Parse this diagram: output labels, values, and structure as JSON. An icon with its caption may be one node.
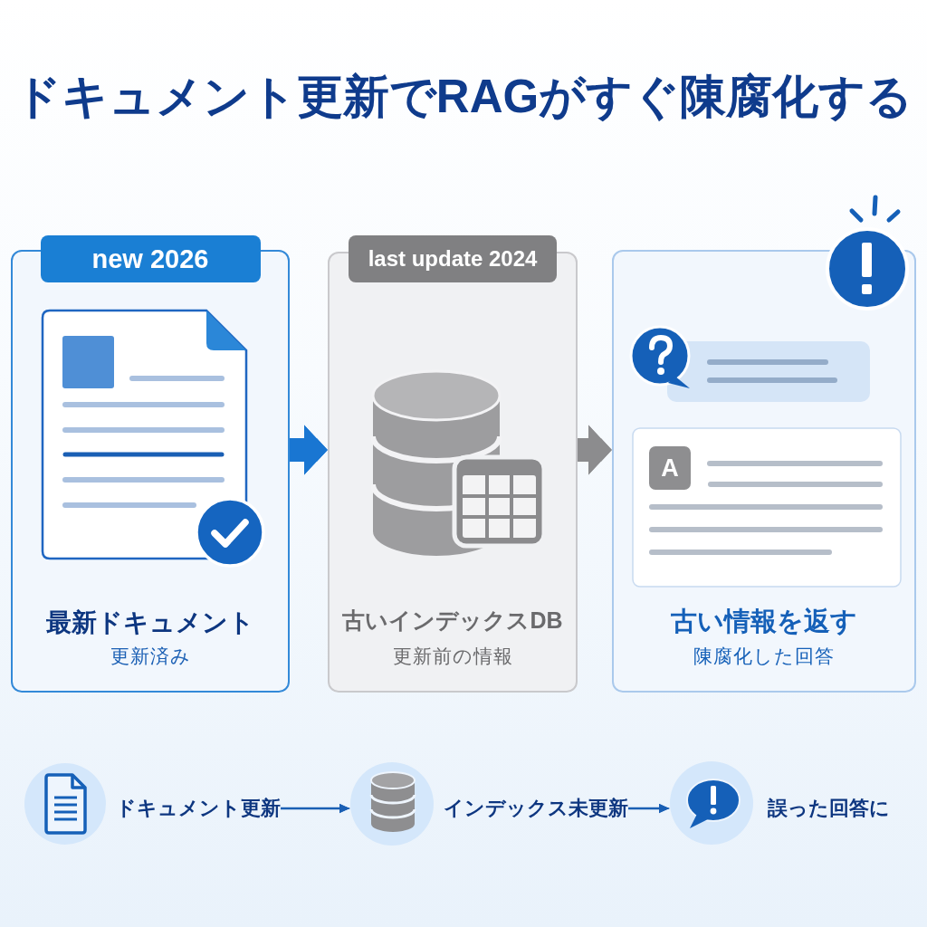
{
  "diagram": {
    "title": "ドキュメント更新でRAGがすぐ陳腐化する",
    "nodes": [
      {
        "text": [
          "new 2026",
          "最新ドキュメント",
          "更新済み"
        ]
      },
      {
        "text": [
          "last update 2024",
          "古いインデックスDB",
          "更新前の情報"
        ]
      },
      {
        "text": [
          "古い情報を返す",
          "陳腐化した回答"
        ]
      },
      {
        "text": [
          "A"
        ],
        "in": 2
      },
      {
        "text": [],
        "shape": "circle"
      },
      {
        "text": [
          "ドキュメント更新"
        ]
      },
      {
        "text": [],
        "shape": "circle"
      },
      {
        "text": [
          "インデックス未更新"
        ]
      },
      {
        "text": [],
        "shape": "circle"
      },
      {
        "text": [
          "誤った回答に"
        ]
      }
    ],
    "edges": [
      {
        "from": 0,
        "to": 1,
        "arrow": "to",
        "style": "thick",
        "color": "#1976d2"
      },
      {
        "from": 1,
        "to": 2,
        "arrow": "to",
        "style": "thick",
        "color": "#8c8c8e"
      },
      {
        "from": 5,
        "to": 6,
        "arrow": "to"
      },
      {
        "from": 7,
        "to": 8,
        "arrow": "to"
      }
    ]
  }
}
